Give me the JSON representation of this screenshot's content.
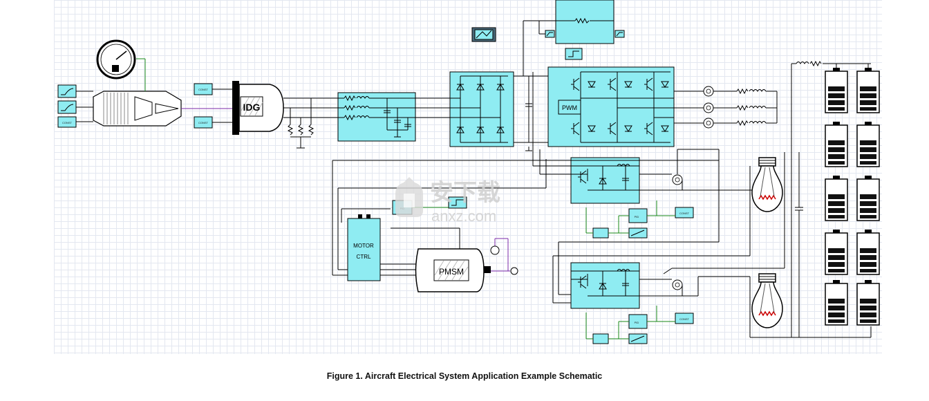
{
  "caption": "Figure 1. Aircraft Electrical System Application Example Schematic",
  "blocks": {
    "idg": "IDG",
    "pwm": "PWM",
    "motor_ctrl_line1": "MOTOR",
    "motor_ctrl_line2": "CTRL",
    "pmsm": "PMSM",
    "const": "CONST",
    "pid": "PID"
  },
  "watermark": {
    "text": "安下载",
    "url": "anxz.com"
  },
  "colors": {
    "block_fill": "#8fecf2",
    "wire": "#000000",
    "ac_wire": "#7b2aa8",
    "signal_wire": "#1a8a1a",
    "meter_wire": "#2b5fb0"
  }
}
